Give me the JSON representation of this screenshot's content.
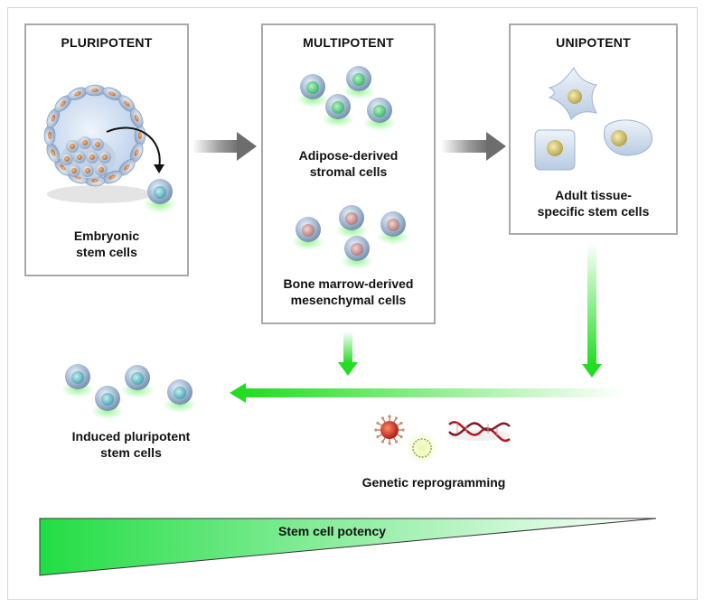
{
  "pluripotent": {
    "title": "PLURIPOTENT",
    "cell_label_1": "Embryonic",
    "cell_label_2": "stem cells"
  },
  "multipotent": {
    "title": "MULTIPOTENT",
    "adipose_1": "Adipose-derived",
    "adipose_2": "stromal cells",
    "marrow_1": "Bone marrow-derived",
    "marrow_2": "mesenchymal cells"
  },
  "unipotent": {
    "title": "UNIPOTENT",
    "label_1": "Adult tissue-",
    "label_2": "specific stem cells"
  },
  "ipsc": {
    "label_1": "Induced pluripotent",
    "label_2": "stem cells"
  },
  "reprogramming": {
    "label": "Genetic reprogramming"
  },
  "potency": {
    "label": "Stem cell potency"
  },
  "colors": {
    "arrow_gray": "#7a7a7a",
    "arrow_green": "#22dd22",
    "box_border": "#a9a9a9",
    "potency_green": "#2ee02e"
  }
}
